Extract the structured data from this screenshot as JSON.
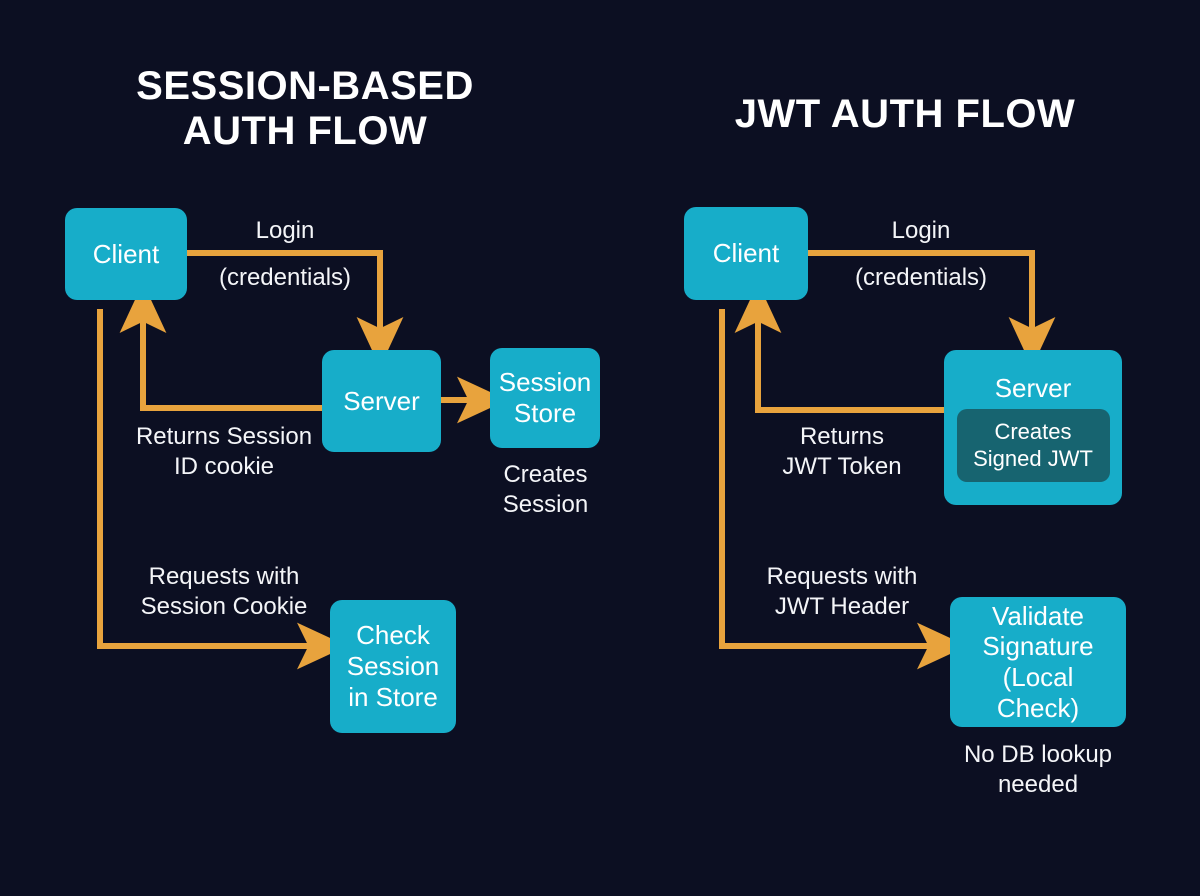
{
  "colors": {
    "background": "#0c0f22",
    "node_fill": "#17adc9",
    "node_inner_fill": "#176470",
    "arrow": "#e8a33d",
    "text": "#ffffff"
  },
  "diagram": {
    "type": "flow-comparison",
    "panels": [
      {
        "id": "session-based",
        "title": "SESSION-BASED\nAUTH FLOW",
        "nodes": [
          {
            "id": "client",
            "label": "Client"
          },
          {
            "id": "server",
            "label": "Server"
          },
          {
            "id": "session-store",
            "label": "Session\nStore"
          },
          {
            "id": "check-session",
            "label": "Check\nSession\nin Store"
          }
        ],
        "captions": [
          {
            "id": "login",
            "text": "Login"
          },
          {
            "id": "credentials",
            "text": "(credentials)"
          },
          {
            "id": "returns",
            "text": "Returns Session\nID cookie"
          },
          {
            "id": "creates",
            "text": "Creates\nSession"
          },
          {
            "id": "requests",
            "text": "Requests with\nSession Cookie"
          }
        ],
        "edges": [
          {
            "from": "client",
            "to": "server",
            "label": "Login (credentials)"
          },
          {
            "from": "server",
            "to": "session-store",
            "label": ""
          },
          {
            "from": "server",
            "to": "client",
            "label": "Returns Session ID cookie"
          },
          {
            "from": "client",
            "to": "check-session",
            "label": "Requests with Session Cookie"
          }
        ]
      },
      {
        "id": "jwt",
        "title": "JWT AUTH FLOW",
        "nodes": [
          {
            "id": "client",
            "label": "Client"
          },
          {
            "id": "server",
            "label": "Server",
            "inner_label": "Creates\nSigned JWT"
          },
          {
            "id": "validate",
            "label": "Validate\nSignature\n(Local Check)"
          }
        ],
        "captions": [
          {
            "id": "login",
            "text": "Login"
          },
          {
            "id": "credentials",
            "text": "(credentials)"
          },
          {
            "id": "returns",
            "text": "Returns\nJWT Token"
          },
          {
            "id": "requests",
            "text": "Requests with\nJWT Header"
          },
          {
            "id": "nodb",
            "text": "No DB lookup\nneeded"
          }
        ],
        "edges": [
          {
            "from": "client",
            "to": "server",
            "label": "Login (credentials)"
          },
          {
            "from": "server",
            "to": "client",
            "label": "Returns JWT Token"
          },
          {
            "from": "client",
            "to": "validate",
            "label": "Requests with JWT Header"
          }
        ]
      }
    ]
  }
}
